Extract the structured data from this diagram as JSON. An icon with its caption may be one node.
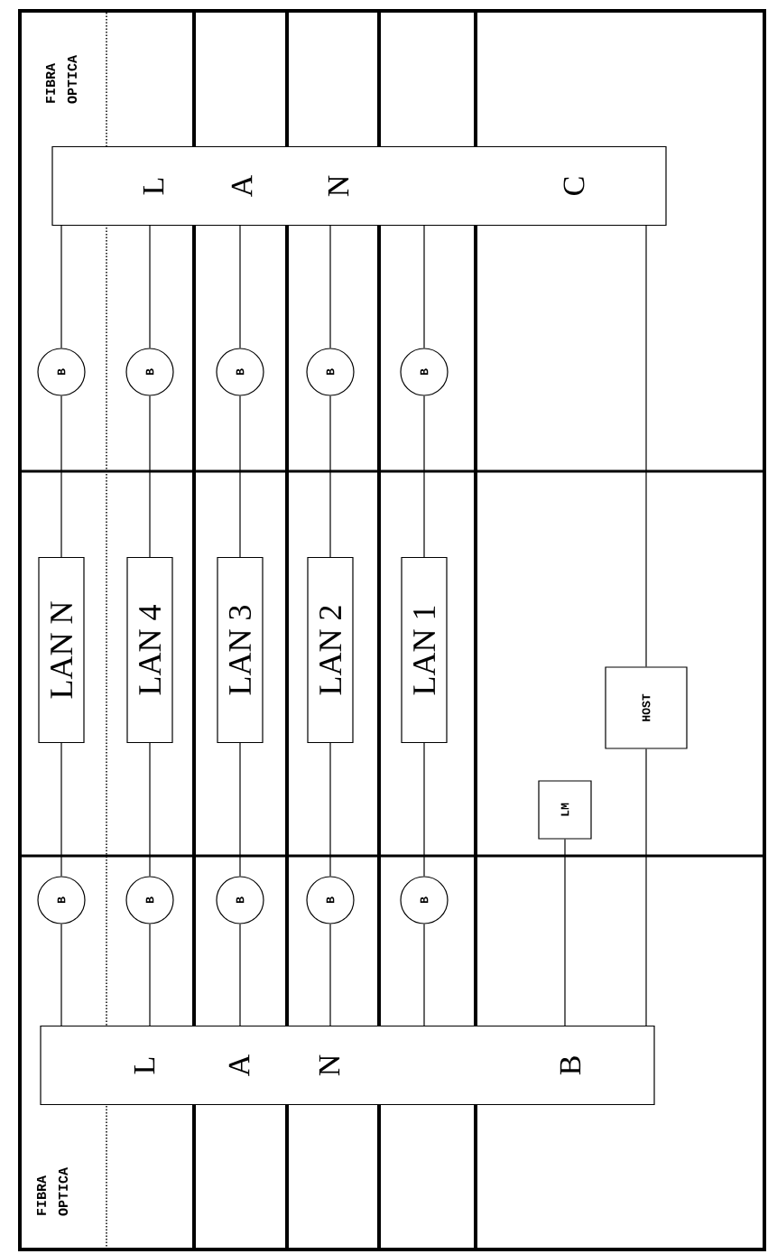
{
  "diagram": {
    "nodes": [
      {
        "text": [
          "L",
          "A",
          "N",
          "C"
        ]
      },
      {
        "text": [
          "B"
        ]
      },
      {
        "text": [
          "B"
        ]
      },
      {
        "text": [
          "B"
        ]
      },
      {
        "text": [
          "B"
        ]
      },
      {
        "text": [
          "B"
        ]
      },
      {
        "text": [
          "LAN N"
        ]
      },
      {
        "text": [
          "LAN 4"
        ]
      },
      {
        "text": [
          "LAN 3"
        ]
      },
      {
        "text": [
          "LAN 2"
        ]
      },
      {
        "text": [
          "LAN 1"
        ]
      },
      {
        "text": [
          "B"
        ]
      },
      {
        "text": [
          "B"
        ]
      },
      {
        "text": [
          "B"
        ]
      },
      {
        "text": [
          "B"
        ]
      },
      {
        "text": [
          "B"
        ]
      },
      {
        "text": [
          "LM"
        ]
      },
      {
        "text": [
          "HOST"
        ]
      },
      {
        "text": [
          "L",
          "A",
          "N",
          "B"
        ]
      }
    ],
    "edges": [
      {
        "from": 0,
        "to": 1,
        "arrow": "none"
      },
      {
        "from": 0,
        "to": 2,
        "arrow": "none"
      },
      {
        "from": 0,
        "to": 3,
        "arrow": "none"
      },
      {
        "from": 0,
        "to": 4,
        "arrow": "none"
      },
      {
        "from": 0,
        "to": 5,
        "arrow": "none"
      },
      {
        "from": 1,
        "to": 6,
        "arrow": "none"
      },
      {
        "from": 2,
        "to": 7,
        "arrow": "none"
      },
      {
        "from": 3,
        "to": 8,
        "arrow": "none"
      },
      {
        "from": 4,
        "to": 9,
        "arrow": "none"
      },
      {
        "from": 5,
        "to": 10,
        "arrow": "none"
      },
      {
        "from": 6,
        "to": 11,
        "arrow": "none"
      },
      {
        "from": 7,
        "to": 12,
        "arrow": "none"
      },
      {
        "from": 8,
        "to": 13,
        "arrow": "none"
      },
      {
        "from": 9,
        "to": 14,
        "arrow": "none"
      },
      {
        "from": 10,
        "to": 15,
        "arrow": "none"
      },
      {
        "from": 11,
        "to": 18,
        "arrow": "none"
      },
      {
        "from": 12,
        "to": 18,
        "arrow": "none"
      },
      {
        "from": 13,
        "to": 18,
        "arrow": "none"
      },
      {
        "from": 14,
        "to": 18,
        "arrow": "none"
      },
      {
        "from": 15,
        "to": 18,
        "arrow": "none"
      },
      {
        "from": 0,
        "to": 17,
        "arrow": "none"
      },
      {
        "from": 17,
        "to": 18,
        "arrow": "none"
      },
      {
        "from": 16,
        "to": 18,
        "arrow": "none"
      }
    ],
    "labels": [
      "FIBRA OPTICA",
      "FIBRA OPTICA"
    ]
  }
}
